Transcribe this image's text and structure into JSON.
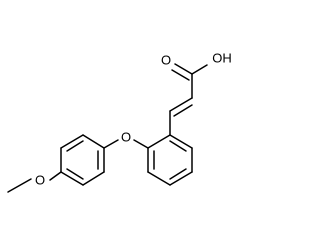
{
  "molecule": {
    "atom_labels": {
      "carbonyl_oxygen": "O",
      "hydroxyl": "OH",
      "ether_oxygen": "O",
      "methoxy_oxygen": "O"
    }
  }
}
